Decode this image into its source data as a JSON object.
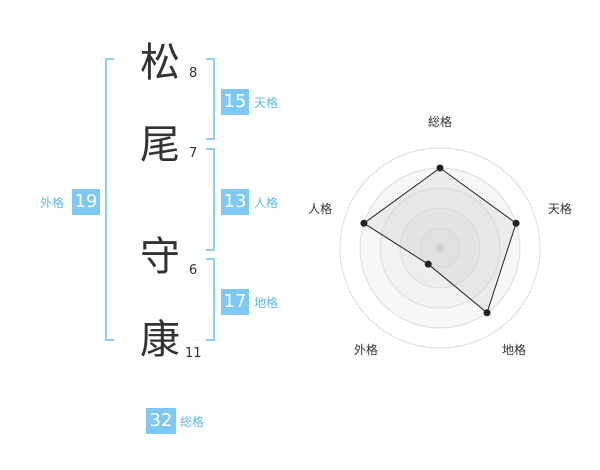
{
  "name": {
    "characters": [
      {
        "char": "松",
        "strokes": "8"
      },
      {
        "char": "尾",
        "strokes": "7"
      },
      {
        "char": "守",
        "strokes": "6"
      },
      {
        "char": "康",
        "strokes": "11"
      }
    ]
  },
  "fortunes": {
    "tenkaku": {
      "value": "15",
      "label": "天格"
    },
    "jinkaku": {
      "value": "13",
      "label": "人格"
    },
    "chikaku": {
      "value": "17",
      "label": "地格"
    },
    "gaikaku": {
      "value": "19",
      "label": "外格"
    },
    "soukaku": {
      "value": "32",
      "label": "総格"
    }
  },
  "colors": {
    "accent": "#7ec8f5",
    "bracket": "#8fcff5",
    "text": "#333333"
  },
  "chart_data": {
    "type": "radar",
    "axes": [
      "総格",
      "天格",
      "地格",
      "外格",
      "人格"
    ],
    "values": [
      4,
      4,
      4,
      1,
      4
    ],
    "max": 5,
    "rings": 5
  }
}
